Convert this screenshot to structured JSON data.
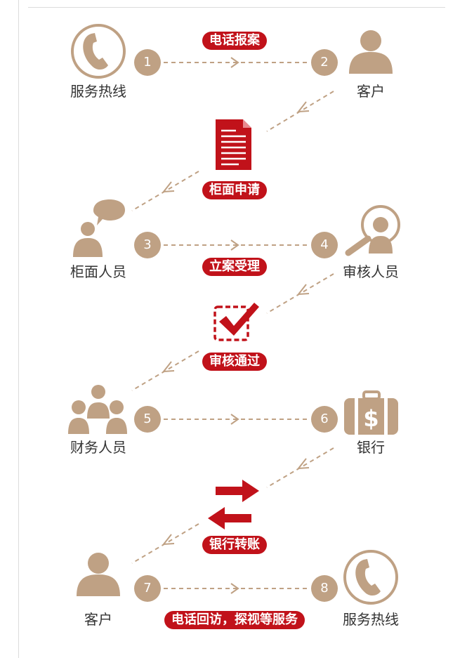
{
  "colors": {
    "accent": "#c1121a",
    "tan": "#bfa184"
  },
  "steps": [
    {
      "from": "服务热线",
      "to": "客户",
      "from_num": "1",
      "to_num": "2",
      "action": "电话报案"
    },
    {
      "icon": "document-icon",
      "action": "柜面申请"
    },
    {
      "from": "柜面人员",
      "to": "审核人员",
      "from_num": "3",
      "to_num": "4",
      "action": "立案受理"
    },
    {
      "icon": "checkbox-icon",
      "action": "审核通过"
    },
    {
      "from": "财务人员",
      "to": "银行",
      "from_num": "5",
      "to_num": "6"
    },
    {
      "icon": "exchange-arrows-icon",
      "action": "银行转账"
    },
    {
      "from": "客户",
      "to": "服务热线",
      "from_num": "7",
      "to_num": "8",
      "action": "电话回访，探视等服务"
    }
  ]
}
